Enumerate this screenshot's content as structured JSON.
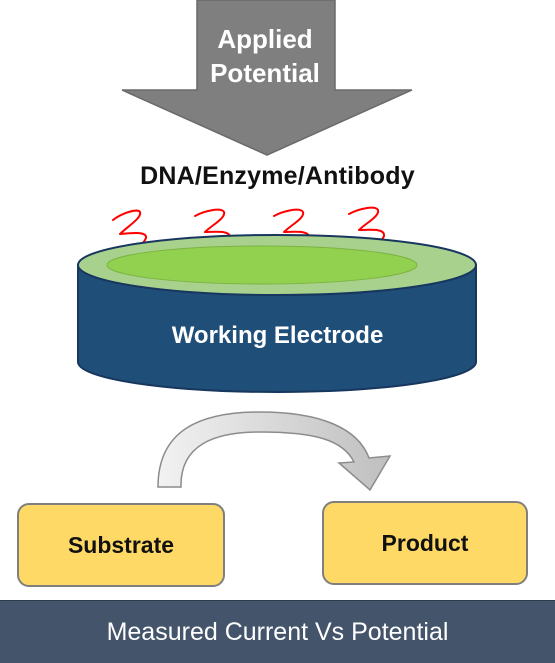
{
  "diagram": {
    "arrow_label_line1": "Applied",
    "arrow_label_line2": "Potential",
    "probe_label": "DNA/Enzyme/Antibody",
    "electrode_label": "Working Electrode",
    "substrate_label": "Substrate",
    "product_label": "Product",
    "footer_text": "Measured Current Vs Potential"
  },
  "colors": {
    "arrow": "#7f7f7f",
    "electrode": "#1f4e79",
    "electrode_top": "#a9d18e",
    "active_surface": "#92d050",
    "probe_strands": "#ff0000",
    "box_fill": "#ffd966",
    "footer": "#44546a"
  }
}
